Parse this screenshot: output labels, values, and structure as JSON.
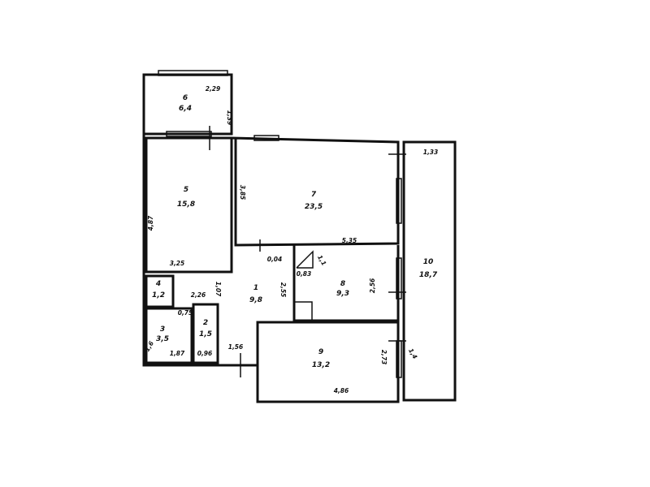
{
  "rooms": [
    {
      "number": "6",
      "area": "6,4"
    },
    {
      "number": "5",
      "area": "15,8"
    },
    {
      "number": "7",
      "area": "23,5"
    },
    {
      "number": "10",
      "area": "18,7"
    },
    {
      "number": "4",
      "area": "1,2"
    },
    {
      "number": "1",
      "area": "9,8"
    },
    {
      "number": "8",
      "area": "9,3"
    },
    {
      "number": "3",
      "area": "3,5"
    },
    {
      "number": "2",
      "area": "1,5"
    },
    {
      "number": "9",
      "area": "13,2"
    }
  ],
  "dimensions": {
    "r6_width": "2,29",
    "r6_height": "1,39",
    "r5_height": "4,87",
    "r5_width": "3,25",
    "r7_height": "3,85",
    "r7_width": "5,35",
    "r10_width": "1,33",
    "corridor_a": "0,04",
    "shaft": "0,83",
    "shaft_b": "1,1",
    "r1_width": "2,26",
    "r1_side": "1,07",
    "r1_height": "2,55",
    "r8_height": "2,56",
    "r3_a": "0,75",
    "r3_height": "1,6",
    "r3_width": "1,87",
    "r2_width": "0,96",
    "hall_width": "1,56",
    "r9_height": "2,73",
    "r9_width": "4,86",
    "r9_side": "1,4"
  }
}
